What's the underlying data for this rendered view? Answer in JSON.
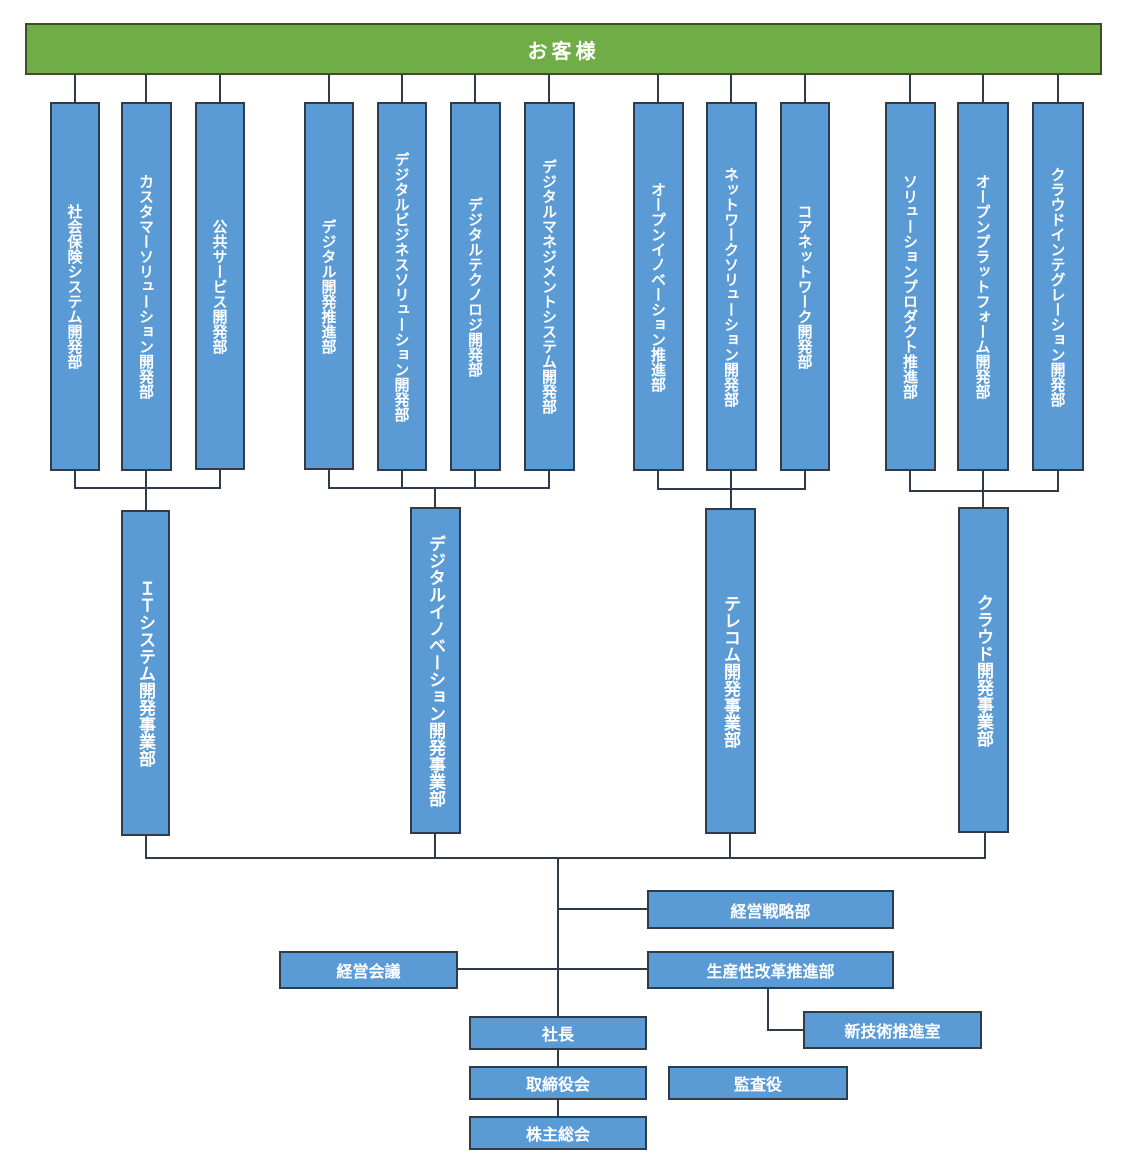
{
  "customer": "お客様",
  "departments": [
    "社会保険システム開発部",
    "カスタマーソリューション開発部",
    "公共サービス開発部",
    "デジタル開発推進部",
    "デジタルビジネスソリューション開発部",
    "デジタルテクノロジ開発部",
    "デジタルマネジメントシステム開発部",
    "オープンイノベーション推進部",
    "ネットワークソリューション開発部",
    "コアネットワーク開発部",
    "ソリューションプロダクト推進部",
    "オープンプラットフォーム開発部",
    "クラウドインテグレーション開発部"
  ],
  "divisions": [
    "ＩＴシステム開発事業部",
    "デジタルイノベーション開発事業部",
    "テレコム開発事業部",
    "クラウド開発事業部"
  ],
  "corporate": {
    "strategy": "経営戦略部",
    "meeting": "経営会議",
    "productivity": "生産性改革推進部",
    "new_tech": "新技術推進室",
    "president": "社長",
    "board": "取締役会",
    "auditor": "監査役",
    "shareholders": "株主総会"
  },
  "colors": {
    "customer_fill": "#70ad47",
    "box_fill": "#5b9bd5",
    "line": "#2f3b48"
  }
}
